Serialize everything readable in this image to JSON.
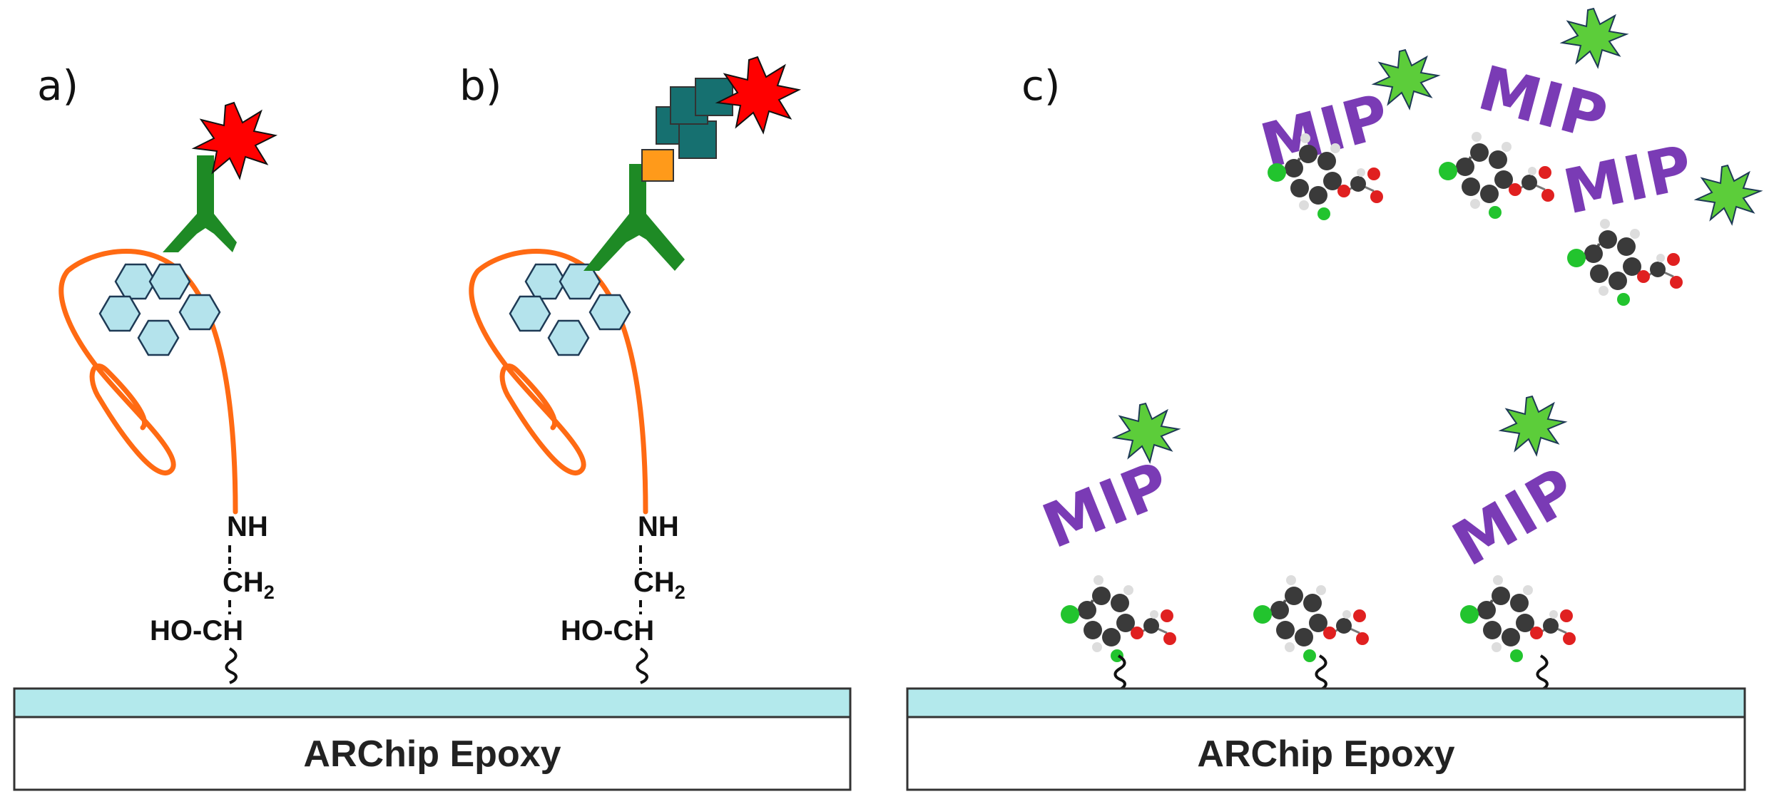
{
  "panels": {
    "a": {
      "label": "a)"
    },
    "b": {
      "label": "b)"
    },
    "c": {
      "label": "c)"
    }
  },
  "linker": {
    "nh": "NH",
    "ch2_main": "CH",
    "ch2_sub": "2",
    "hoch": "HO-CH"
  },
  "substrate": {
    "label": "ARChip Epoxy"
  },
  "mip": {
    "label": "MIP"
  },
  "colors": {
    "antibody": "#1e8a25",
    "fluorophore_red": "#ff0000",
    "fluorophore_green": "#5ccd3a",
    "protein_chain": "#ff6a13",
    "hexagon": "#b4e3ec",
    "secondary_block": "#167070",
    "tag_orange": "#ff9a1a",
    "surface_layer": "#b3e9ec",
    "mip_text": "#7a3bb5",
    "atom_carbon": "#3a3a3a",
    "atom_oxygen": "#e02020",
    "atom_chlorine": "#22c42e",
    "atom_hydrogen": "#dddddd"
  }
}
